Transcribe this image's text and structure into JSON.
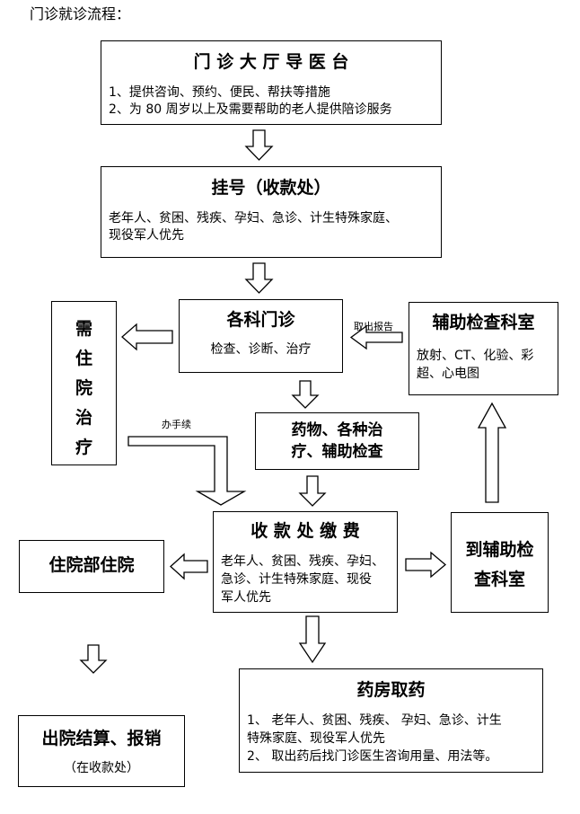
{
  "page_title": "门诊就诊流程：",
  "nodes": {
    "guide_desk": {
      "title": "门 诊 大 厅 导 医 台",
      "lines": [
        "1、提供咨询、预约、便民、帮扶等措施",
        "2、为 80 周岁以上及需要帮助的老人提供陪诊服务"
      ]
    },
    "registration": {
      "title": "挂号（收款处）",
      "lines": [
        "老年人、贫困、残疾、孕妇、急诊、计生特殊家庭、",
        "现役军人优先"
      ]
    },
    "departments": {
      "title": "各科门诊",
      "lines": [
        "检查、诊断、治疗"
      ]
    },
    "auxiliary_room": {
      "title": "辅助检查科室",
      "lines": [
        "放射、CT、化验、彩",
        "超、心电图"
      ]
    },
    "need_hospitalization": {
      "chars": [
        "需",
        "住",
        "院",
        "治",
        "疗"
      ]
    },
    "medicine_treatment": {
      "lines": [
        "药物、各种治",
        "疗、辅助检查"
      ]
    },
    "cashier": {
      "title": "收 款 处 缴 费",
      "lines": [
        "老年人、贫困、残疾、孕妇、",
        "急诊、计生特殊家庭、现役",
        "军人优先"
      ]
    },
    "to_auxiliary": {
      "lines": [
        "到辅助检",
        "查科室"
      ]
    },
    "inpatient_dept": {
      "title": "住院部住院"
    },
    "pharmacy": {
      "title": "药房取药",
      "lines": [
        "1、  老年人、贫困、残疾、 孕妇、急诊、计生",
        "特殊家庭、现役军人优先",
        "2、  取出药后找门诊医生咨询用量、用法等。"
      ]
    },
    "discharge": {
      "title": "出院结算、报销",
      "subtitle": "（在收款处）"
    }
  },
  "edge_labels": {
    "fetch_report": "取出报告",
    "procedures": "办手续"
  }
}
